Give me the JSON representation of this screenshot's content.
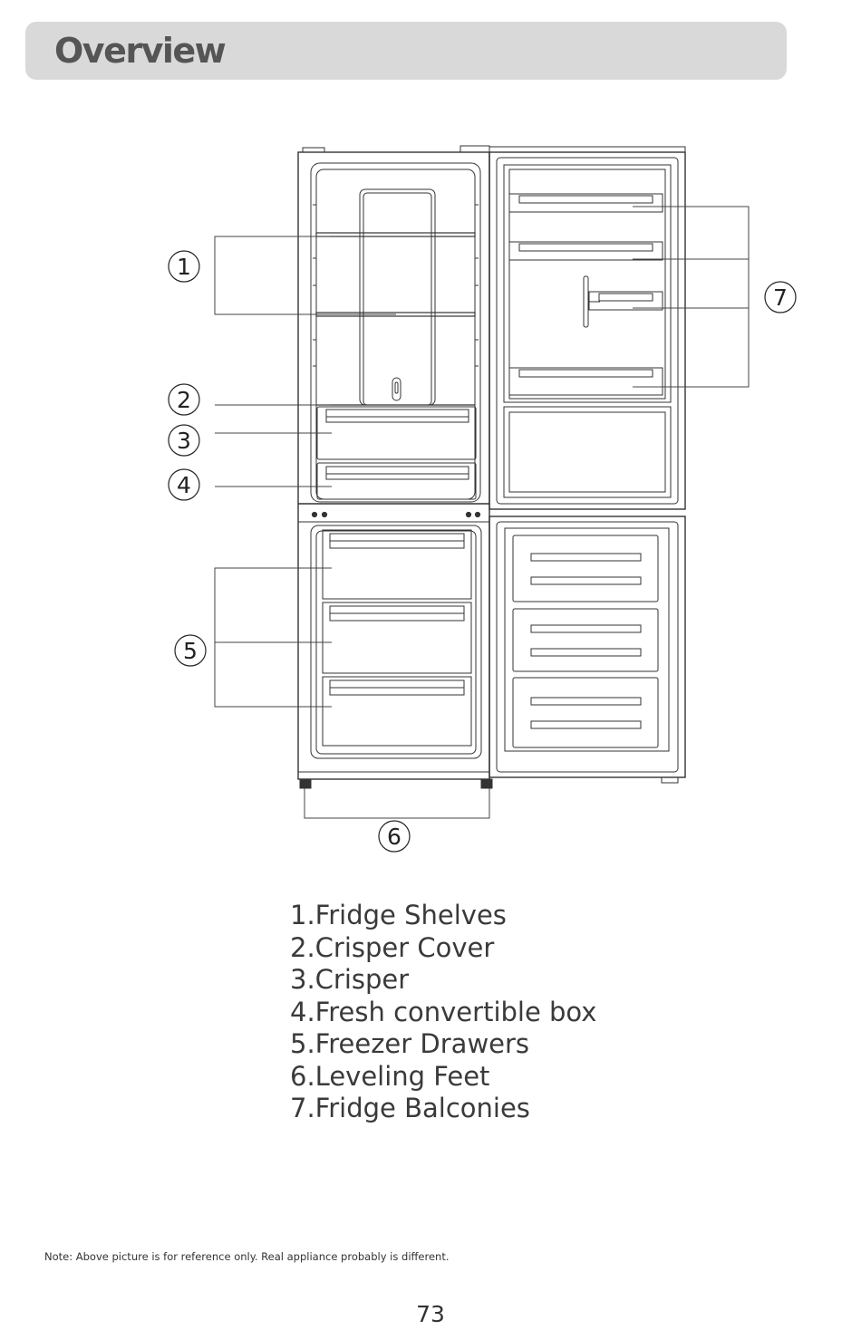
{
  "header": {
    "title": "Overview"
  },
  "diagram": {
    "callouts": [
      "1",
      "2",
      "3",
      "4",
      "5",
      "6",
      "7"
    ]
  },
  "legend": [
    "1.Fridge Shelves",
    "2.Crisper Cover",
    "3.Crisper",
    "4.Fresh convertible box",
    "5.Freezer Drawers",
    "6.Leveling Feet",
    "7.Fridge Balconies"
  ],
  "footer": {
    "note": "Note: Above picture is for reference only. Real appliance probably is different.",
    "page_number": "73"
  }
}
